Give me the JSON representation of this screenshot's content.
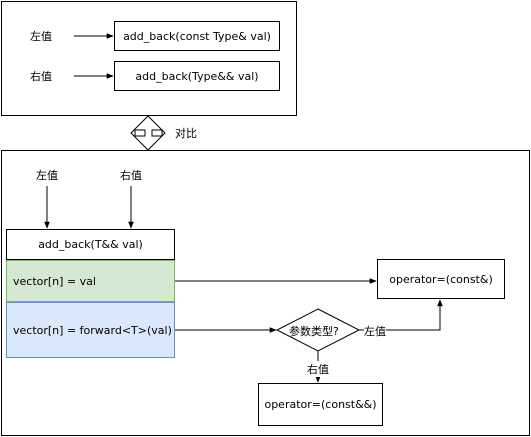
{
  "top": {
    "lvalue_label": "左值",
    "rvalue_label": "右值",
    "func_lvalue": "add_back(const Type& val)",
    "func_rvalue": "add_back(Type&& val)"
  },
  "compare_label": "对比",
  "bottom": {
    "lvalue_label": "左值",
    "rvalue_label": "右值",
    "func_header": "add_back(T&& val)",
    "row_assign": "vector[n] = val",
    "row_forward": "vector[n] = forward<T>(val)",
    "op_const_ref": "operator=(const&)",
    "decision": "参数类型?",
    "decision_left": "左值",
    "decision_right": "右值",
    "op_const_rref": "operator=(const&&)"
  },
  "colors": {
    "green_fill": "#d5e8d4",
    "green_stroke": "#82b366",
    "blue_fill": "#dae8fc",
    "blue_stroke": "#6c8ebf"
  }
}
